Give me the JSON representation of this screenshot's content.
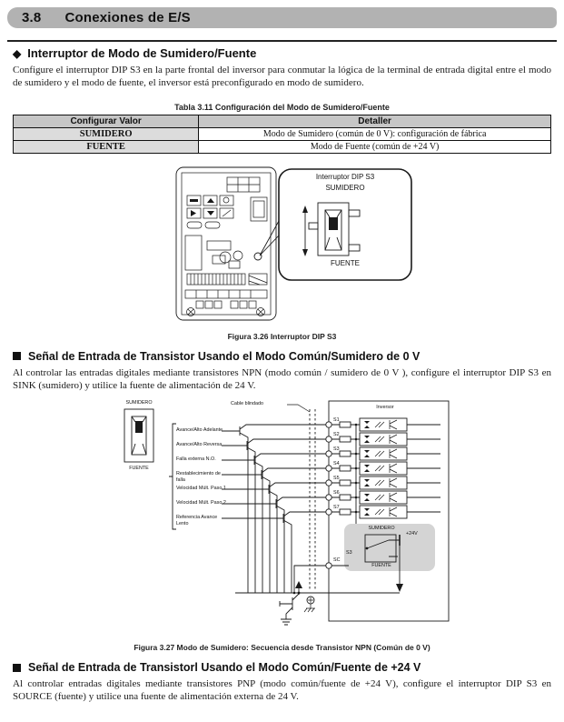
{
  "header": {
    "section_number": "3.8",
    "section_title": "Conexiones de E/S"
  },
  "colors": {
    "header_bar": "#b2b2b2",
    "table_header_bg": "#c6c6c6",
    "table_key_bg": "#dcdcdc",
    "diagram_box_bg": "#d4d4d4"
  },
  "sink_source": {
    "heading": "Interruptor de Modo de Sumidero/Fuente",
    "body": "Configure el interruptor DIP S3 en la parte frontal del inversor para conmutar la lógica de la terminal de entrada digital entre el modo de sumidero y el modo de fuente, el inversor está preconfigurado en modo de sumidero."
  },
  "table": {
    "caption": "Tabla 3.11  Configuración del Modo de Sumidero/Fuente",
    "headers": [
      "Configurar Valor",
      "Detaller"
    ],
    "rows": [
      {
        "value": "SUMIDERO",
        "detail": "Modo de Sumidero (común de 0 V): configuración de fábrica"
      },
      {
        "value": "FUENTE",
        "detail": "Modo de Fuente (común de +24 V)"
      }
    ]
  },
  "fig326": {
    "callout_title": "Interruptor DIP S3",
    "switch_top": "SUMIDERO",
    "switch_bottom": "FUENTE",
    "caption": "Figura 3.26  Interruptor DIP S3"
  },
  "sink_signal": {
    "heading": "Señal de Entrada de Transistor Usando el Modo Común/Sumidero de 0 V",
    "body": "Al controlar las entradas digitales mediante transistores NPN (modo común / sumidero de 0 V ), configure el interruptor DIP S3 en SINK (sumidero) y utilice la fuente de alimentación de 24 V."
  },
  "fig327": {
    "switch_top": "SUMIDERO",
    "switch_bottom": "FUENTE",
    "shield_label": "Cable blindado",
    "inverter_label": "Inversor",
    "inputs": [
      "Avance/Alto Adelante",
      "Avance/Alto Reversa",
      "Falla externa N.O.",
      "Restablecimiento de falla",
      "Velocidad Múlt. Paso 1",
      "Velocidad Múlt. Paso 2",
      "Referencia Avance Lento"
    ],
    "terminals": [
      "S1",
      "S2",
      "S3",
      "S4",
      "S5",
      "S6",
      "S7"
    ],
    "common_terminal": "SC",
    "s3_box": {
      "top": "SUMIDERO",
      "label": "S3",
      "bottom": "FUENTE",
      "supply": "+24V"
    },
    "caption": "Figura 3.27  Modo de Sumidero: Secuencia desde Transistor NPN (Común de 0 V)"
  },
  "source_signal": {
    "heading": "Señal de Entrada de Transistorl Usando el Modo Común/Fuente de +24 V",
    "body": "Al controlar entradas digitales mediante transistores PNP (modo común/fuente de +24 V), configure el interruptor DIP S3 en SOURCE (fuente) y utilice una fuente de alimentación externa de 24 V."
  }
}
